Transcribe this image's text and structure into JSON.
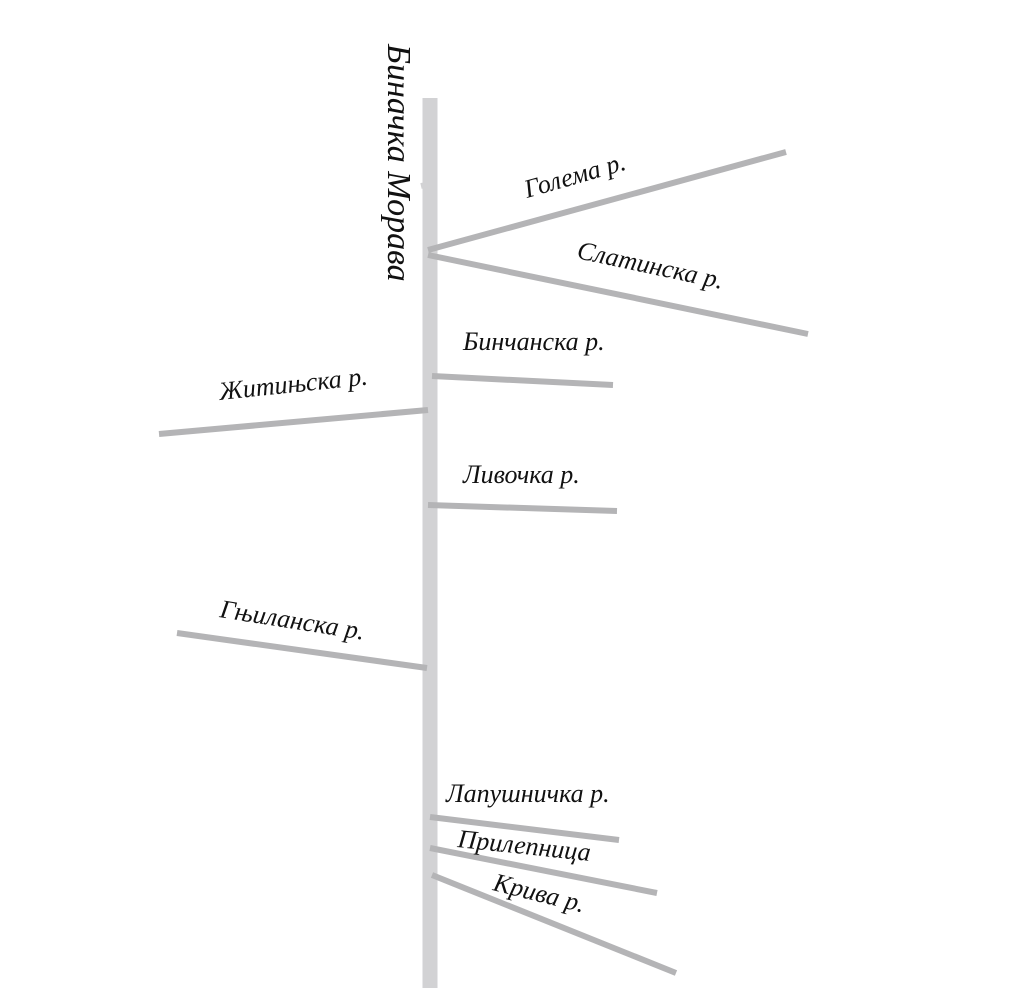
{
  "colors": {
    "background": "#ffffff",
    "main_river": "#d2d2d4",
    "tributary": "#b4b4b6",
    "text": "#111111"
  },
  "main_river": {
    "name": "Биначка Морава"
  },
  "tributaries": [
    {
      "id": "golema",
      "label": "Голема р.",
      "bank": "right"
    },
    {
      "id": "slatinska",
      "label": "Слатинска р.",
      "bank": "right"
    },
    {
      "id": "binchanska",
      "label": "Бинчанска р.",
      "bank": "right"
    },
    {
      "id": "zhitinjska",
      "label": "Житињска р.",
      "bank": "left"
    },
    {
      "id": "livochka",
      "label": "Ливочка р.",
      "bank": "right"
    },
    {
      "id": "gnjilanska",
      "label": "Гњиланска р.",
      "bank": "left"
    },
    {
      "id": "lapushnichka",
      "label": "Лапушничка р.",
      "bank": "right"
    },
    {
      "id": "prilepnica",
      "label": "Прилепница",
      "bank": "right"
    },
    {
      "id": "kriva",
      "label": "Крива р.",
      "bank": "right"
    }
  ]
}
